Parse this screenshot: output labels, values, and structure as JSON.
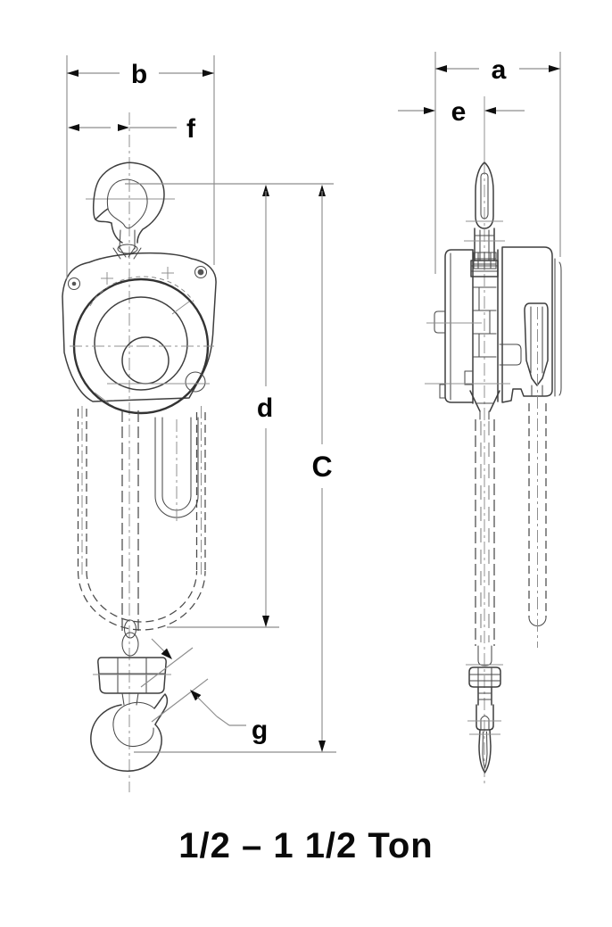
{
  "dimension_labels": {
    "a": "a",
    "b": "b",
    "c": "C",
    "d": "d",
    "e": "e",
    "f": "f",
    "g": "g"
  },
  "caption": "1/2 – 1 1/2 Ton",
  "colors": {
    "background": "#ffffff",
    "drawing_line": "#3e3e3e",
    "dimension_line": "#8d8d8d",
    "label_text": "#000000"
  }
}
